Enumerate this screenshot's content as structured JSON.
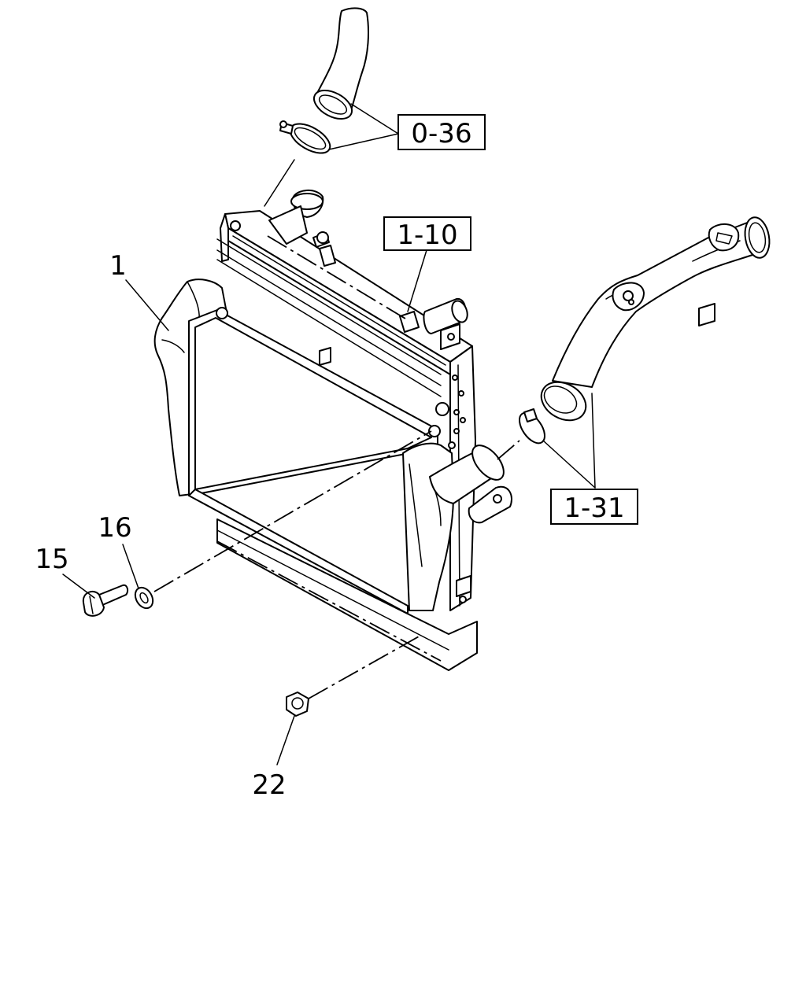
{
  "callouts": {
    "ref_0_36": "0-36",
    "ref_1_10": "1-10",
    "ref_1_31": "1-31",
    "part_1": "1",
    "part_15": "15",
    "part_16": "16",
    "part_22": "22"
  }
}
